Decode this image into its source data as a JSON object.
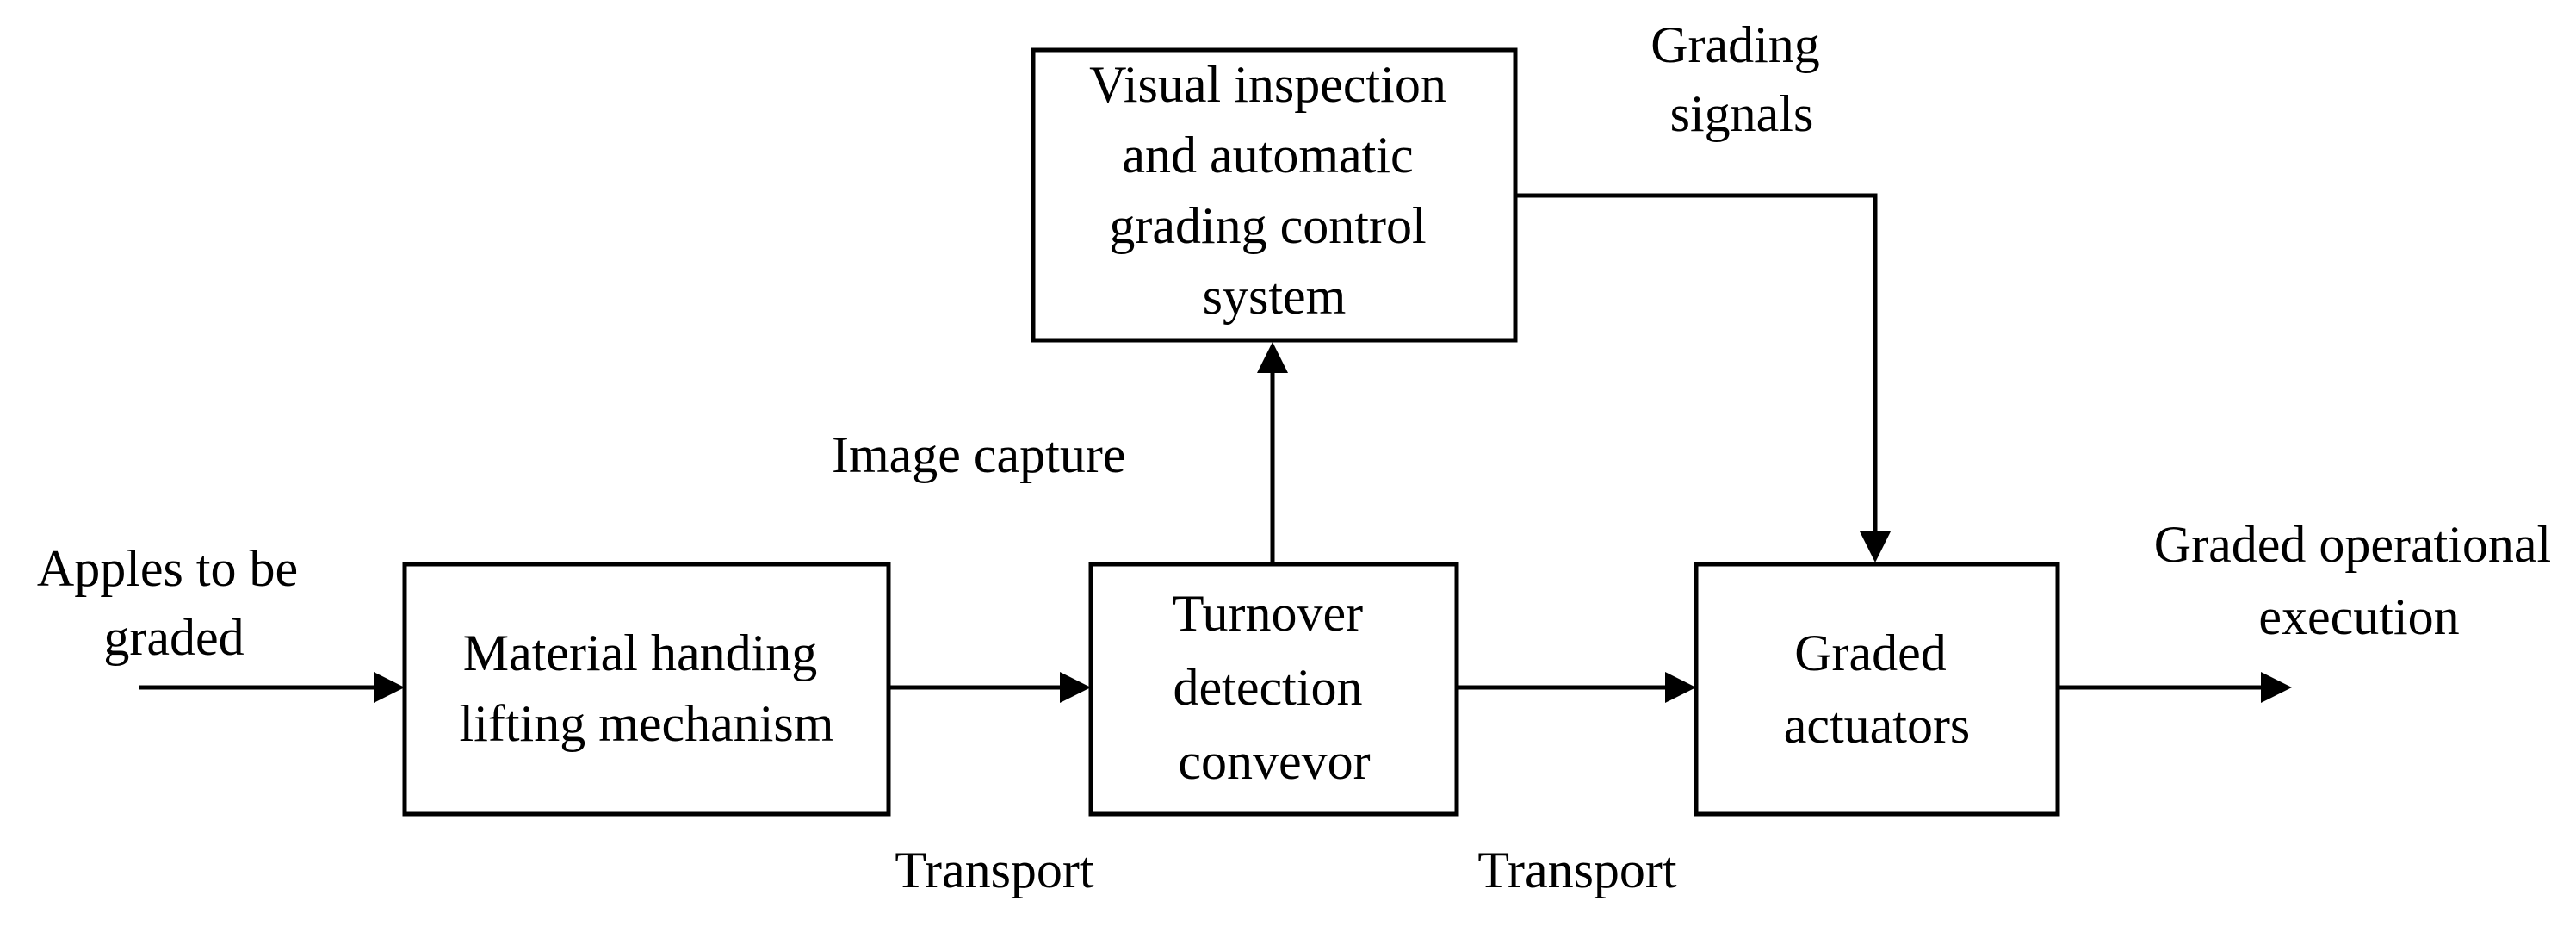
{
  "nodes": {
    "vision": {
      "lines": [
        "Visual inspection",
        "and automatic",
        "grading control",
        "system"
      ]
    },
    "material": {
      "lines": [
        "Material handing",
        "lifting mechanism"
      ]
    },
    "turnover": {
      "lines": [
        "Turnover",
        "detection",
        "convevor"
      ]
    },
    "actuators": {
      "lines": [
        "Graded",
        "actuators"
      ]
    }
  },
  "labels": {
    "apples_input": {
      "lines": [
        "Apples to be",
        "graded"
      ]
    },
    "image_capture": {
      "lines": [
        "Image capture"
      ]
    },
    "grading_signals": {
      "lines": [
        "Grading",
        "signals"
      ]
    },
    "transport_1": {
      "lines": [
        "Transport"
      ]
    },
    "transport_2": {
      "lines": [
        "Transport"
      ]
    },
    "output": {
      "lines": [
        "Graded operational",
        "execution"
      ]
    }
  },
  "colors": {
    "stroke": "#000000",
    "background": "#ffffff"
  }
}
